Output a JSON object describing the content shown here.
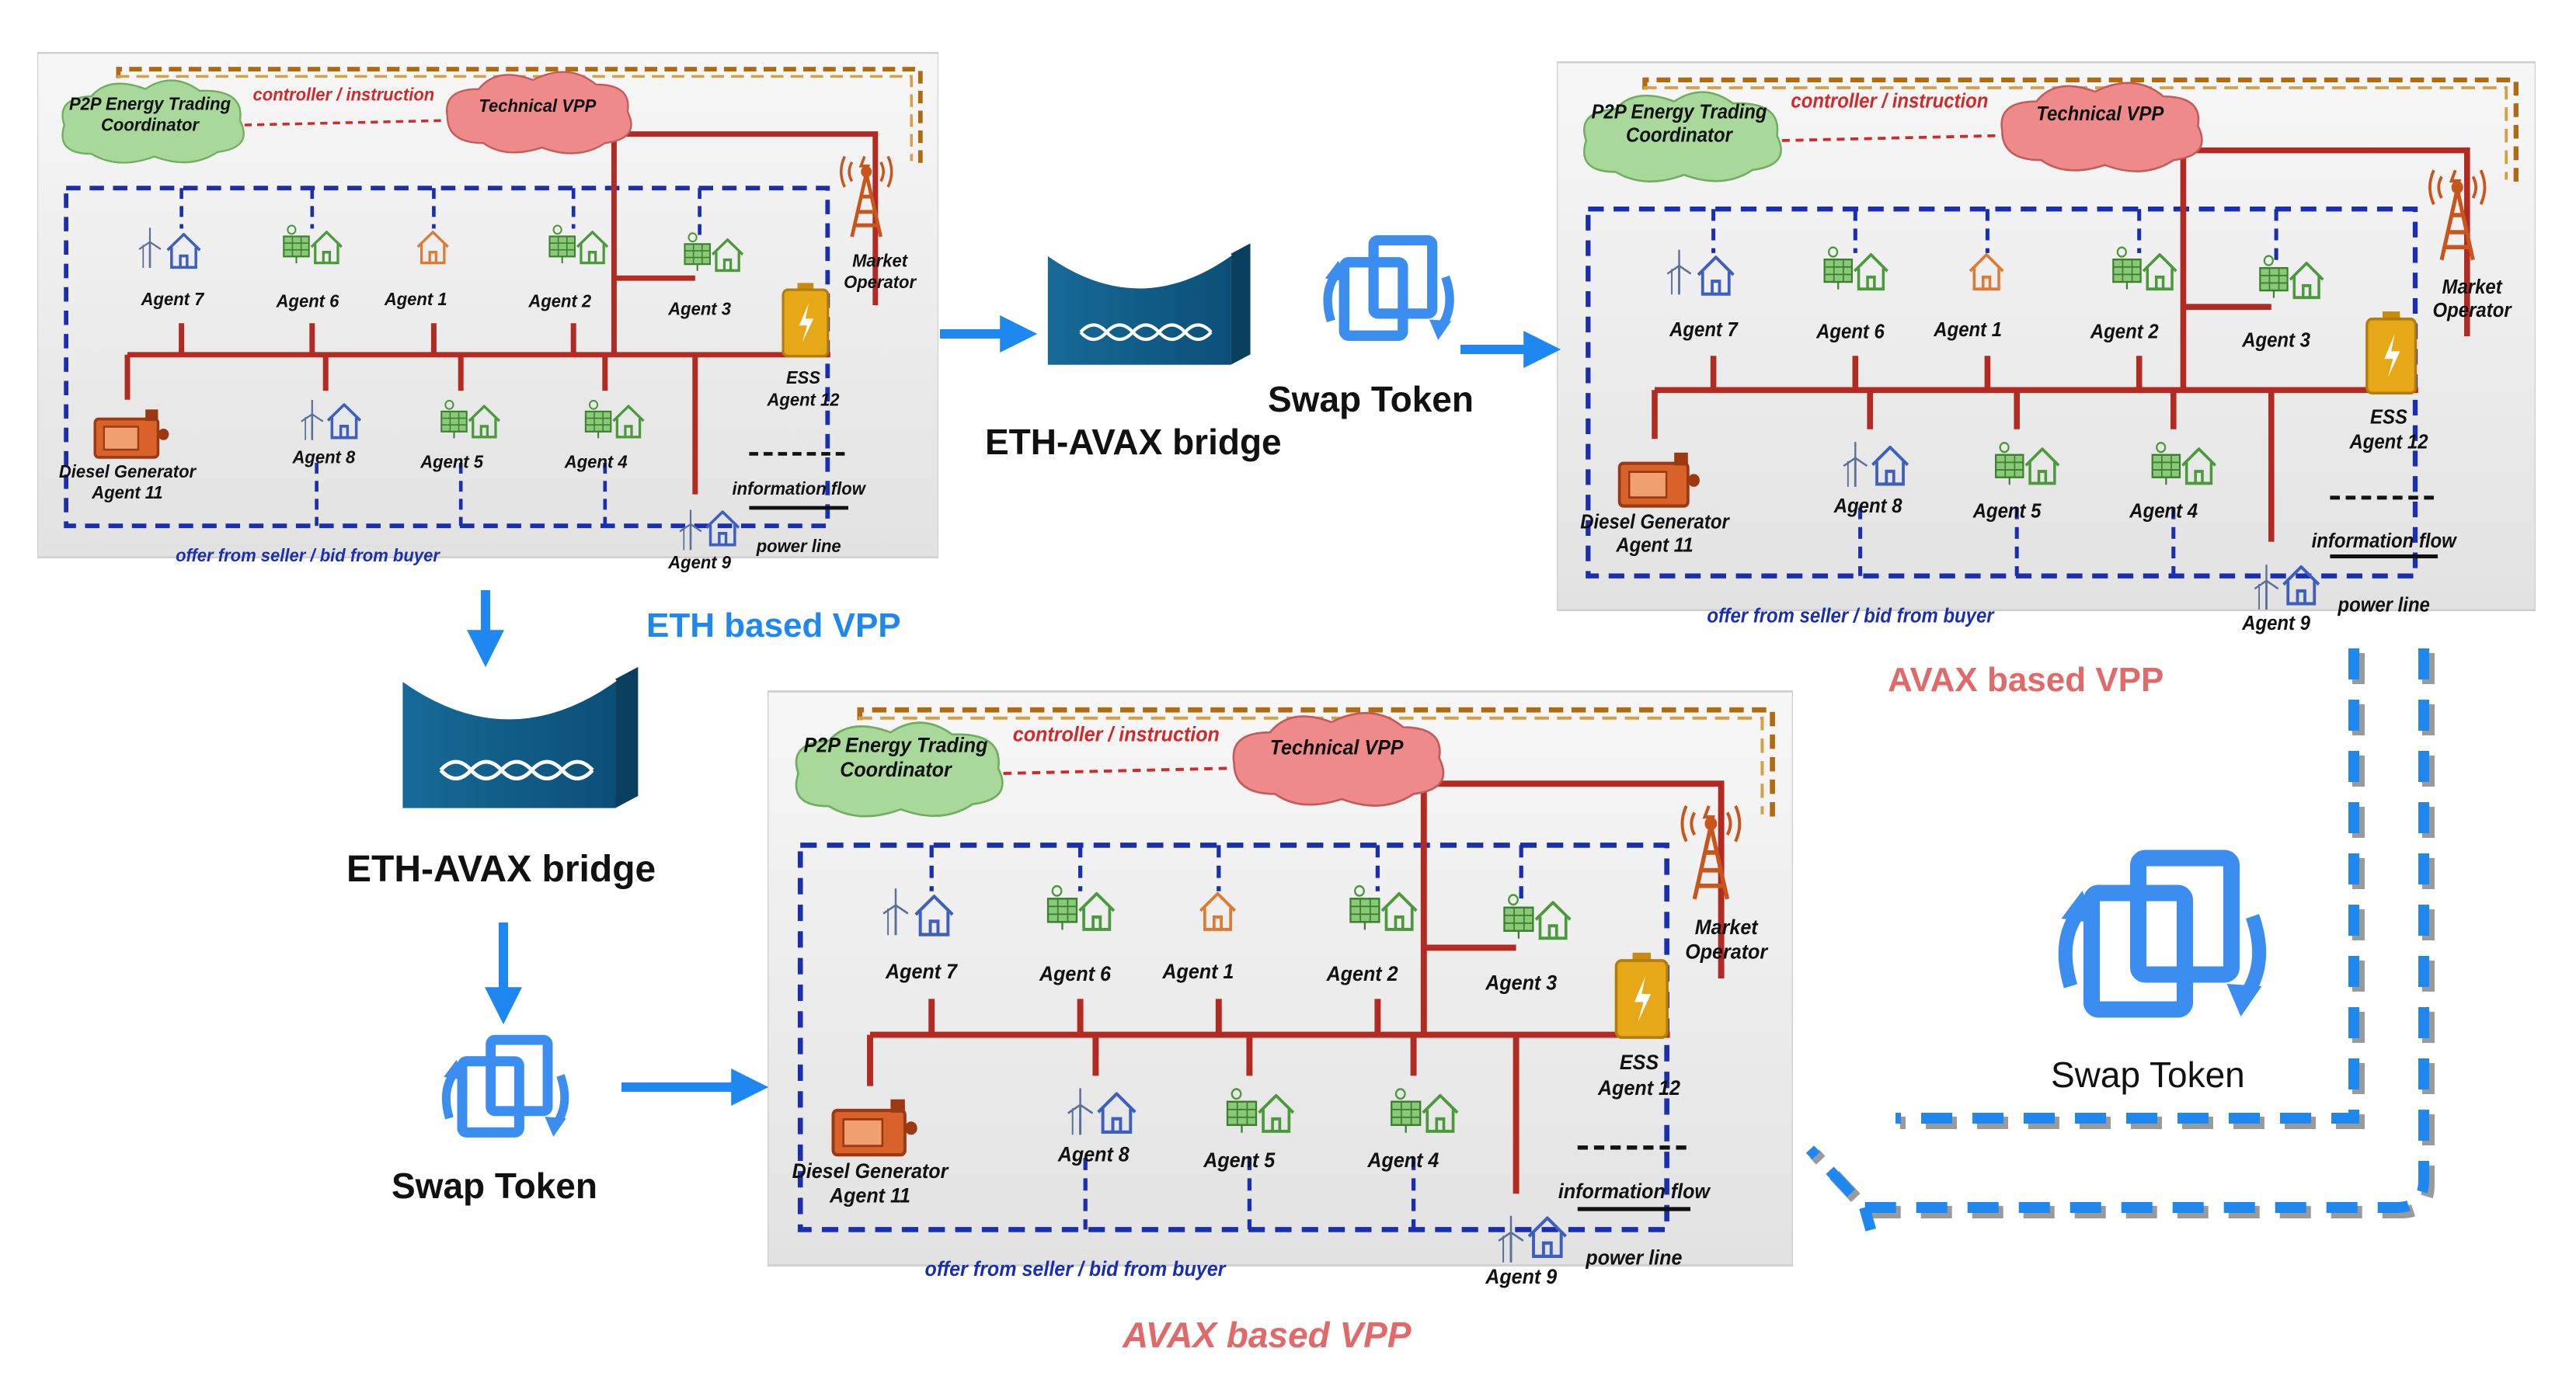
{
  "panel_labels": {
    "eth_vpp": "ETH based VPP",
    "avax_vpp_right": "AVAX based VPP",
    "avax_vpp_bottom": "AVAX based VPP"
  },
  "vpp": {
    "p2p_coordinator_line1": "P2P Energy Trading",
    "p2p_coordinator_line2": "Coordinator",
    "controller_instruction": "controller / instruction",
    "technical_vpp": "Technical VPP",
    "market_operator_line1": "Market",
    "market_operator_line2": "Operator",
    "ess_line1": "ESS",
    "ess_line2": "Agent 12",
    "diesel_line1": "Diesel Generator",
    "diesel_line2": "Agent 11",
    "offer_bid": "offer from seller / bid from buyer",
    "legend_info": "information flow",
    "legend_power": "power line",
    "agents": {
      "a7": "Agent 7",
      "a6": "Agent 6",
      "a1": "Agent 1",
      "a2": "Agent 2",
      "a3": "Agent 3",
      "a8": "Agent 8",
      "a5": "Agent 5",
      "a4": "Agent 4",
      "a9": "Agent 9"
    }
  },
  "bridge_top_label": "ETH-AVAX bridge",
  "bridge_left_label": "ETH-AVAX  bridge",
  "swap_top_label": "Swap Token",
  "swap_left_label": "Swap Token",
  "swap_right_label": "Swap Token",
  "colors": {
    "flow_arrow": "#1e88f0",
    "power_line": "#b22a22",
    "info_line": "#1a2fb0",
    "bridge": "#0e5f8c",
    "swap_icon": "#3b8df0",
    "avax_label": "#e06a6a",
    "eth_label": "#1e88f0",
    "house_blue": "#3d5fbf",
    "house_green": "#4a9a3a",
    "house_orange": "#e07a30",
    "ess": "#e6a817",
    "cloud_green": "#a8d89a",
    "cloud_red": "#ef8a8a"
  }
}
